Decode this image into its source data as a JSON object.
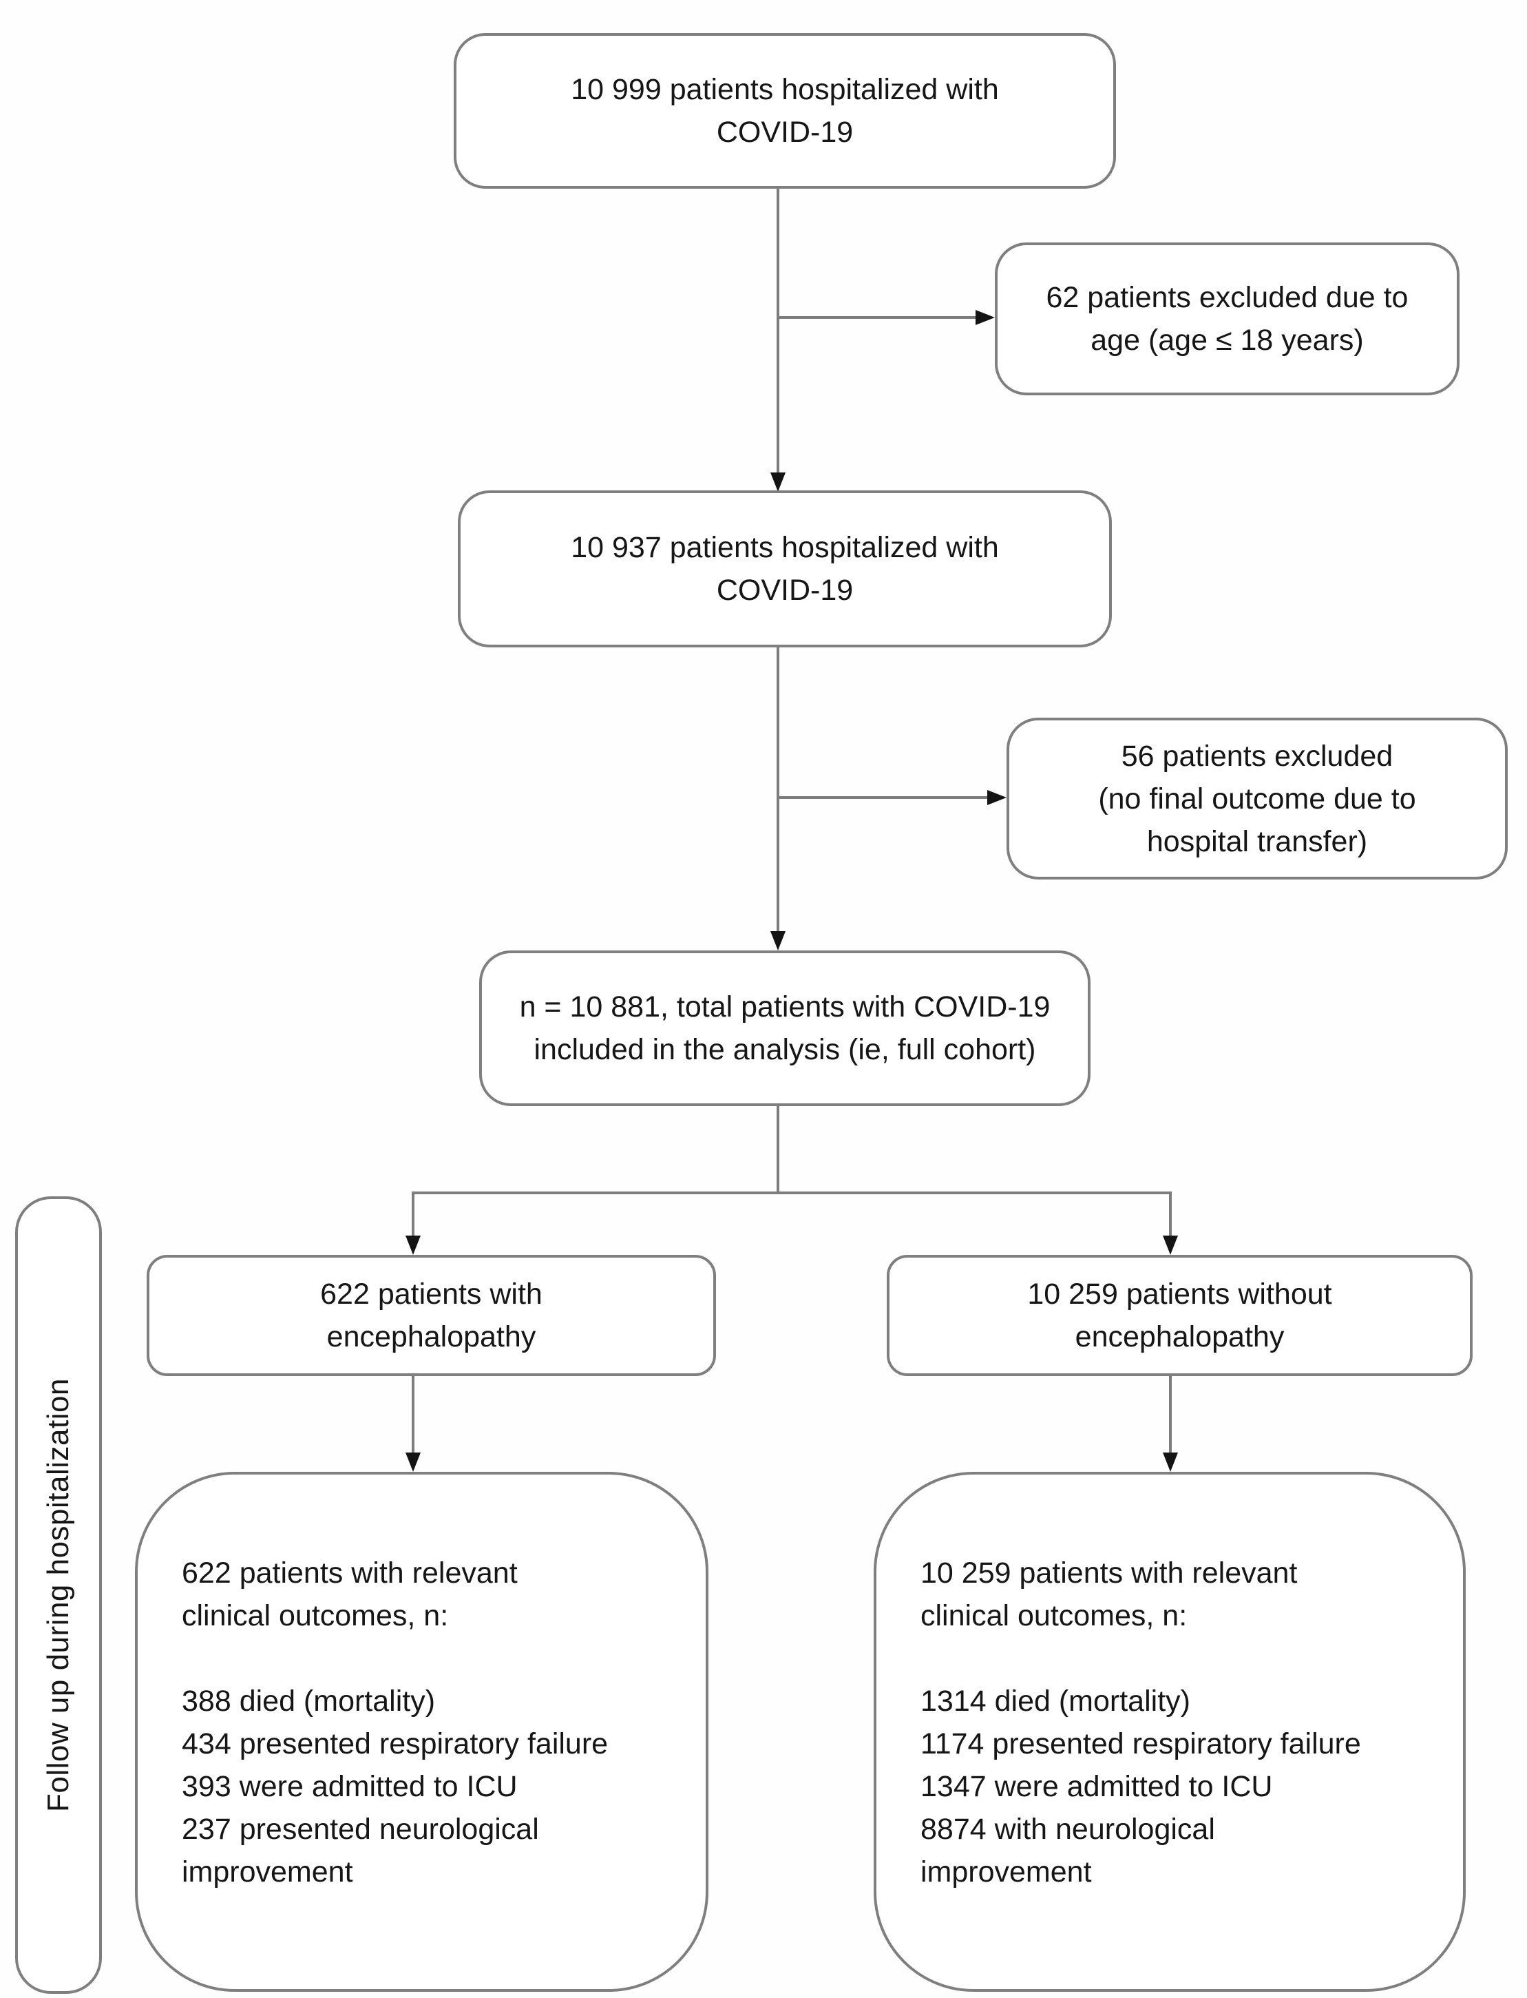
{
  "figure": {
    "type": "patient-flowchart",
    "sidebar_label": "Follow up during hospitalization",
    "nodes": {
      "top": {
        "lines": [
          "10 999 patients hospitalized with",
          "COVID-19"
        ]
      },
      "excluded_age": {
        "lines": [
          "62 patients excluded due to",
          "age (age ≤ 18 years)"
        ]
      },
      "after_age_exclusion": {
        "lines": [
          "10 937 patients hospitalized with",
          "COVID-19"
        ]
      },
      "excluded_transfer": {
        "lines": [
          "56 patients excluded",
          "(no final outcome due to",
          "hospital transfer)"
        ]
      },
      "full_cohort": {
        "lines": [
          "n = 10 881, total patients with COVID-19",
          "included in the analysis (ie, full cohort)"
        ]
      },
      "encephalopathy": {
        "lines": [
          "622 patients with",
          "encephalopathy"
        ]
      },
      "no_encephalopathy": {
        "lines": [
          "10 259 patients without",
          "encephalopathy"
        ]
      },
      "outcomes_encephalopathy": {
        "lines": [
          "622 patients with relevant",
          "clinical outcomes, n:",
          "",
          "388 died (mortality)",
          "434 presented respiratory failure",
          "393 were admitted to ICU",
          "237 presented neurological",
          "improvement"
        ]
      },
      "outcomes_no_encephalopathy": {
        "lines": [
          "10 259 patients with relevant",
          "clinical outcomes, n:",
          "",
          "1314 died (mortality)",
          "1174 presented respiratory failure",
          "1347 were admitted to ICU",
          "8874 with neurological",
          "improvement"
        ]
      }
    },
    "colors": {
      "line": "#7d7d7d",
      "border": "#7f7f7f",
      "arrow": "#141414",
      "text": "#161616",
      "background": "#fefefe"
    }
  }
}
